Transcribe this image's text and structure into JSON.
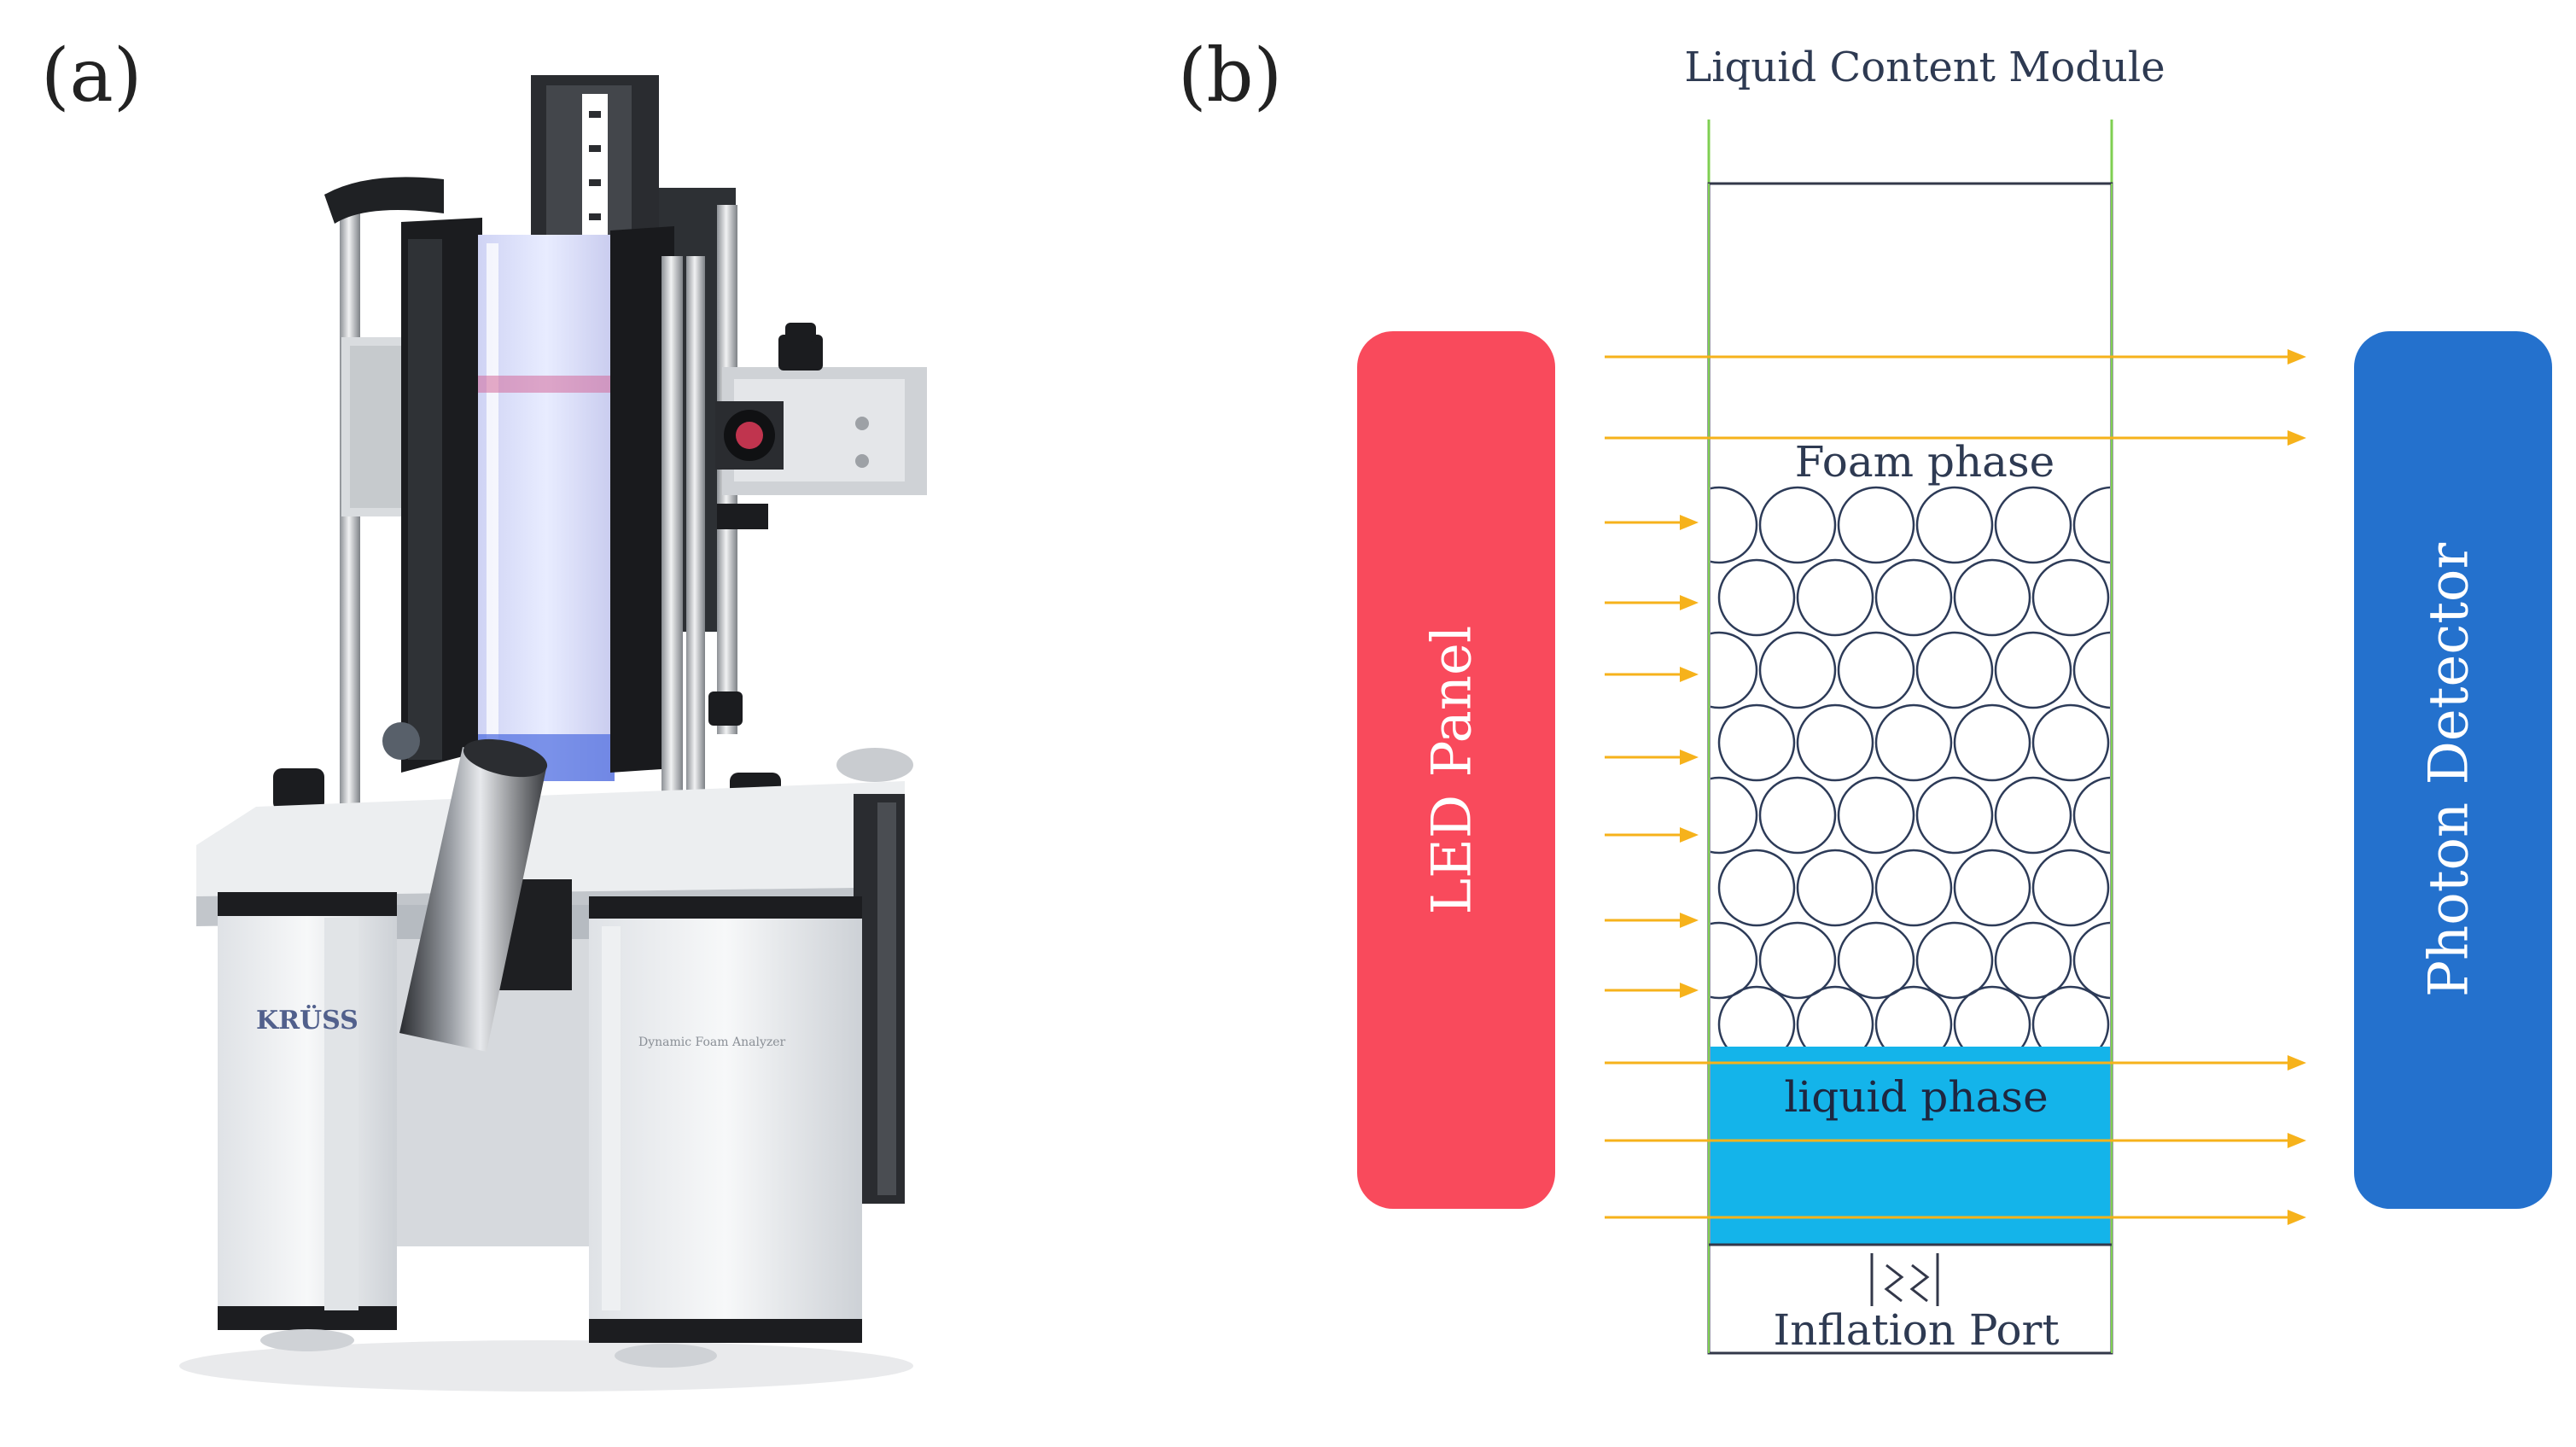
{
  "panel_a": {
    "label": "(a)",
    "device_brand": "KRÜSS",
    "device_model": "Dynamic Foam Analyzer"
  },
  "panel_b": {
    "label": "(b)",
    "column_title": "Liquid Content Module",
    "led_label": "LED Panel",
    "detector_label": "Photon Detector",
    "foam_label": "Foam phase",
    "liquid_label": "liquid phase",
    "inflation_label": "Inflation Port"
  },
  "colors": {
    "led_panel": "#f94a5c",
    "photon_detector": "#2471cd",
    "liquid": "#14b4ea",
    "arrow": "#f6b21b",
    "bubble": "#2d3b58",
    "guide_line": "#7fcf52"
  }
}
